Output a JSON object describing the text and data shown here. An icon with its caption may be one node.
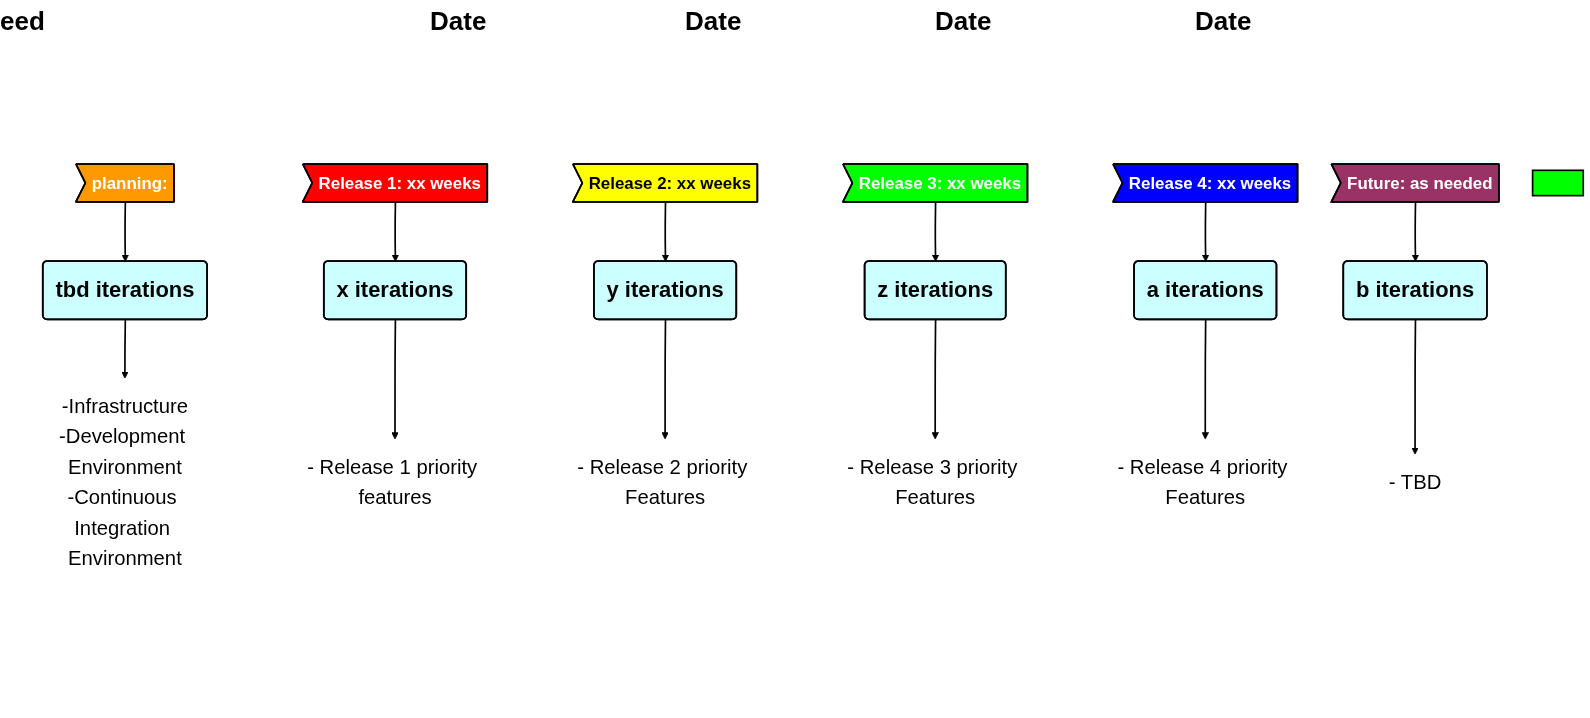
{
  "diagram": {
    "nodes": [
      {
        "text": [
          "planning:"
        ]
      },
      {
        "text": [
          "tbd iterations"
        ]
      },
      {
        "text": [
          "-Infrastructure",
          "-Development Environment",
          "-Continuous Integration Environment"
        ]
      },
      {
        "text": [
          "Release 1: xx weeks"
        ]
      },
      {
        "text": [
          "x iterations"
        ]
      },
      {
        "text": [
          "- Release 1 priority features"
        ]
      },
      {
        "text": [
          "Release 2: xx weeks"
        ]
      },
      {
        "text": [
          "y iterations"
        ]
      },
      {
        "text": [
          "- Release 2 priority Features"
        ]
      },
      {
        "text": [
          "Release 3: xx weeks"
        ]
      },
      {
        "text": [
          "z iterations"
        ]
      },
      {
        "text": [
          "- Release 3 priority Features"
        ]
      },
      {
        "text": [
          "Release 4: xx weeks"
        ]
      },
      {
        "text": [
          "a iterations"
        ]
      },
      {
        "text": [
          "- Release 4 priority Features"
        ]
      },
      {
        "text": [
          "Future: as needed"
        ]
      },
      {
        "text": [
          "b iterations"
        ]
      },
      {
        "text": [
          "- TBD"
        ]
      },
      {
        "text": [],
        "shape": "box"
      }
    ],
    "edges": [
      {
        "from": 0,
        "to": 1,
        "arrow": "to"
      },
      {
        "from": 1,
        "to": 2,
        "arrow": "to"
      },
      {
        "from": 3,
        "to": 4,
        "arrow": "to"
      },
      {
        "from": 4,
        "to": 5,
        "arrow": "to"
      },
      {
        "from": 6,
        "to": 7,
        "arrow": "to"
      },
      {
        "from": 7,
        "to": 8,
        "arrow": "to"
      },
      {
        "from": 9,
        "to": 10,
        "arrow": "to"
      },
      {
        "from": 10,
        "to": 11,
        "arrow": "to"
      },
      {
        "from": 12,
        "to": 13,
        "arrow": "to"
      },
      {
        "from": 13,
        "to": 14,
        "arrow": "to"
      },
      {
        "from": 15,
        "to": 16,
        "arrow": "to"
      },
      {
        "from": 16,
        "to": 17,
        "arrow": "to"
      }
    ],
    "labels": [
      "eed",
      "Date",
      "Date",
      "Date",
      "Date"
    ]
  }
}
